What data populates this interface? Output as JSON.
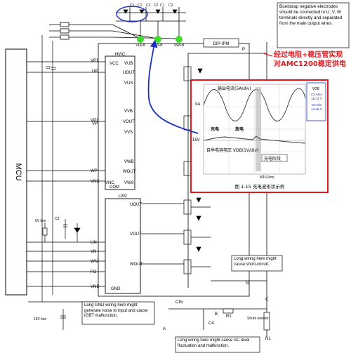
{
  "mcu_label": "MCU",
  "hvic_label": "HVIC",
  "lvic_label": "LVIC",
  "dip_ipm_label": "DIP-IPM",
  "capacitor_labels": {
    "c1a": "C1",
    "c2a": "C2",
    "c1b": "C1",
    "c2b": "C2",
    "c1c": "C1",
    "c2c": "C2",
    "c3_top": "C3",
    "c3_bottom": "C3",
    "c4": "C4"
  },
  "dip_node_labels": {
    "vufb": "VUFB",
    "vvfb": "VVFB",
    "vwfb": "VWFB",
    "p": "P",
    "n": "N",
    "cin": "CIN",
    "a": "A",
    "b": "B",
    "c": "C",
    "n1": "N1",
    "r1": "R1"
  },
  "hvic_pins_left": [
    "VP1",
    "UP",
    "VP1",
    "VP",
    "WP",
    "VNC"
  ],
  "hvic_pins_right": [
    "VCC",
    "UOUT",
    "VUB",
    "VUS",
    "VVB",
    "VOUT",
    "VVS",
    "VWB",
    "WOUT",
    "VWS",
    "VNC",
    "COM"
  ],
  "lvic_pins_left": [
    "UN",
    "VN",
    "WN",
    "FO",
    "VNC"
  ],
  "lvic_pins_right": [
    "UOUT",
    "VOUT",
    "WOUT",
    "GND"
  ],
  "supply_labels": {
    "five_v": "5V line",
    "fifteen_v": "15V line",
    "shunt": "Shunt resistor"
  },
  "notes": {
    "bootstrap": "Bootstrap negative electrodes should be connected to U, V, W terminals directly and separated from the main output wires.",
    "short_circuit": "Long wiring here might cause short-circuit.",
    "long_gnd": "Long GND wiring here might generate noise to input and cause IGBT malfunction.",
    "sc_level": "Long wiring here might cause SC level fluctuation and malfunction."
  },
  "annotation_cn": "经过电阻+稳压管实现对AMC1200稳定供电",
  "inset": {
    "output_current": "输出电流(5A/div)",
    "zero_amp": "0A",
    "fifteen_v": "15V",
    "charge": "充电",
    "discharge": "放电",
    "cap_voltage": "自举电容电压 VDB(1V/div)",
    "charge_phase": "充电阶段",
    "time_marker": "M16.6ms",
    "caption": "图 1-15 充电波形状示例",
    "vdb": "VDB",
    "c3_max": "C3 Max 15.72 V",
    "c3_min": "C3 Min 14.48 V"
  },
  "colors": {
    "red": "#e0191e",
    "blue": "#1b2fbf",
    "green": "#3fdc2a",
    "yellow": "#f4f000",
    "signal": "#2a9c3a"
  }
}
